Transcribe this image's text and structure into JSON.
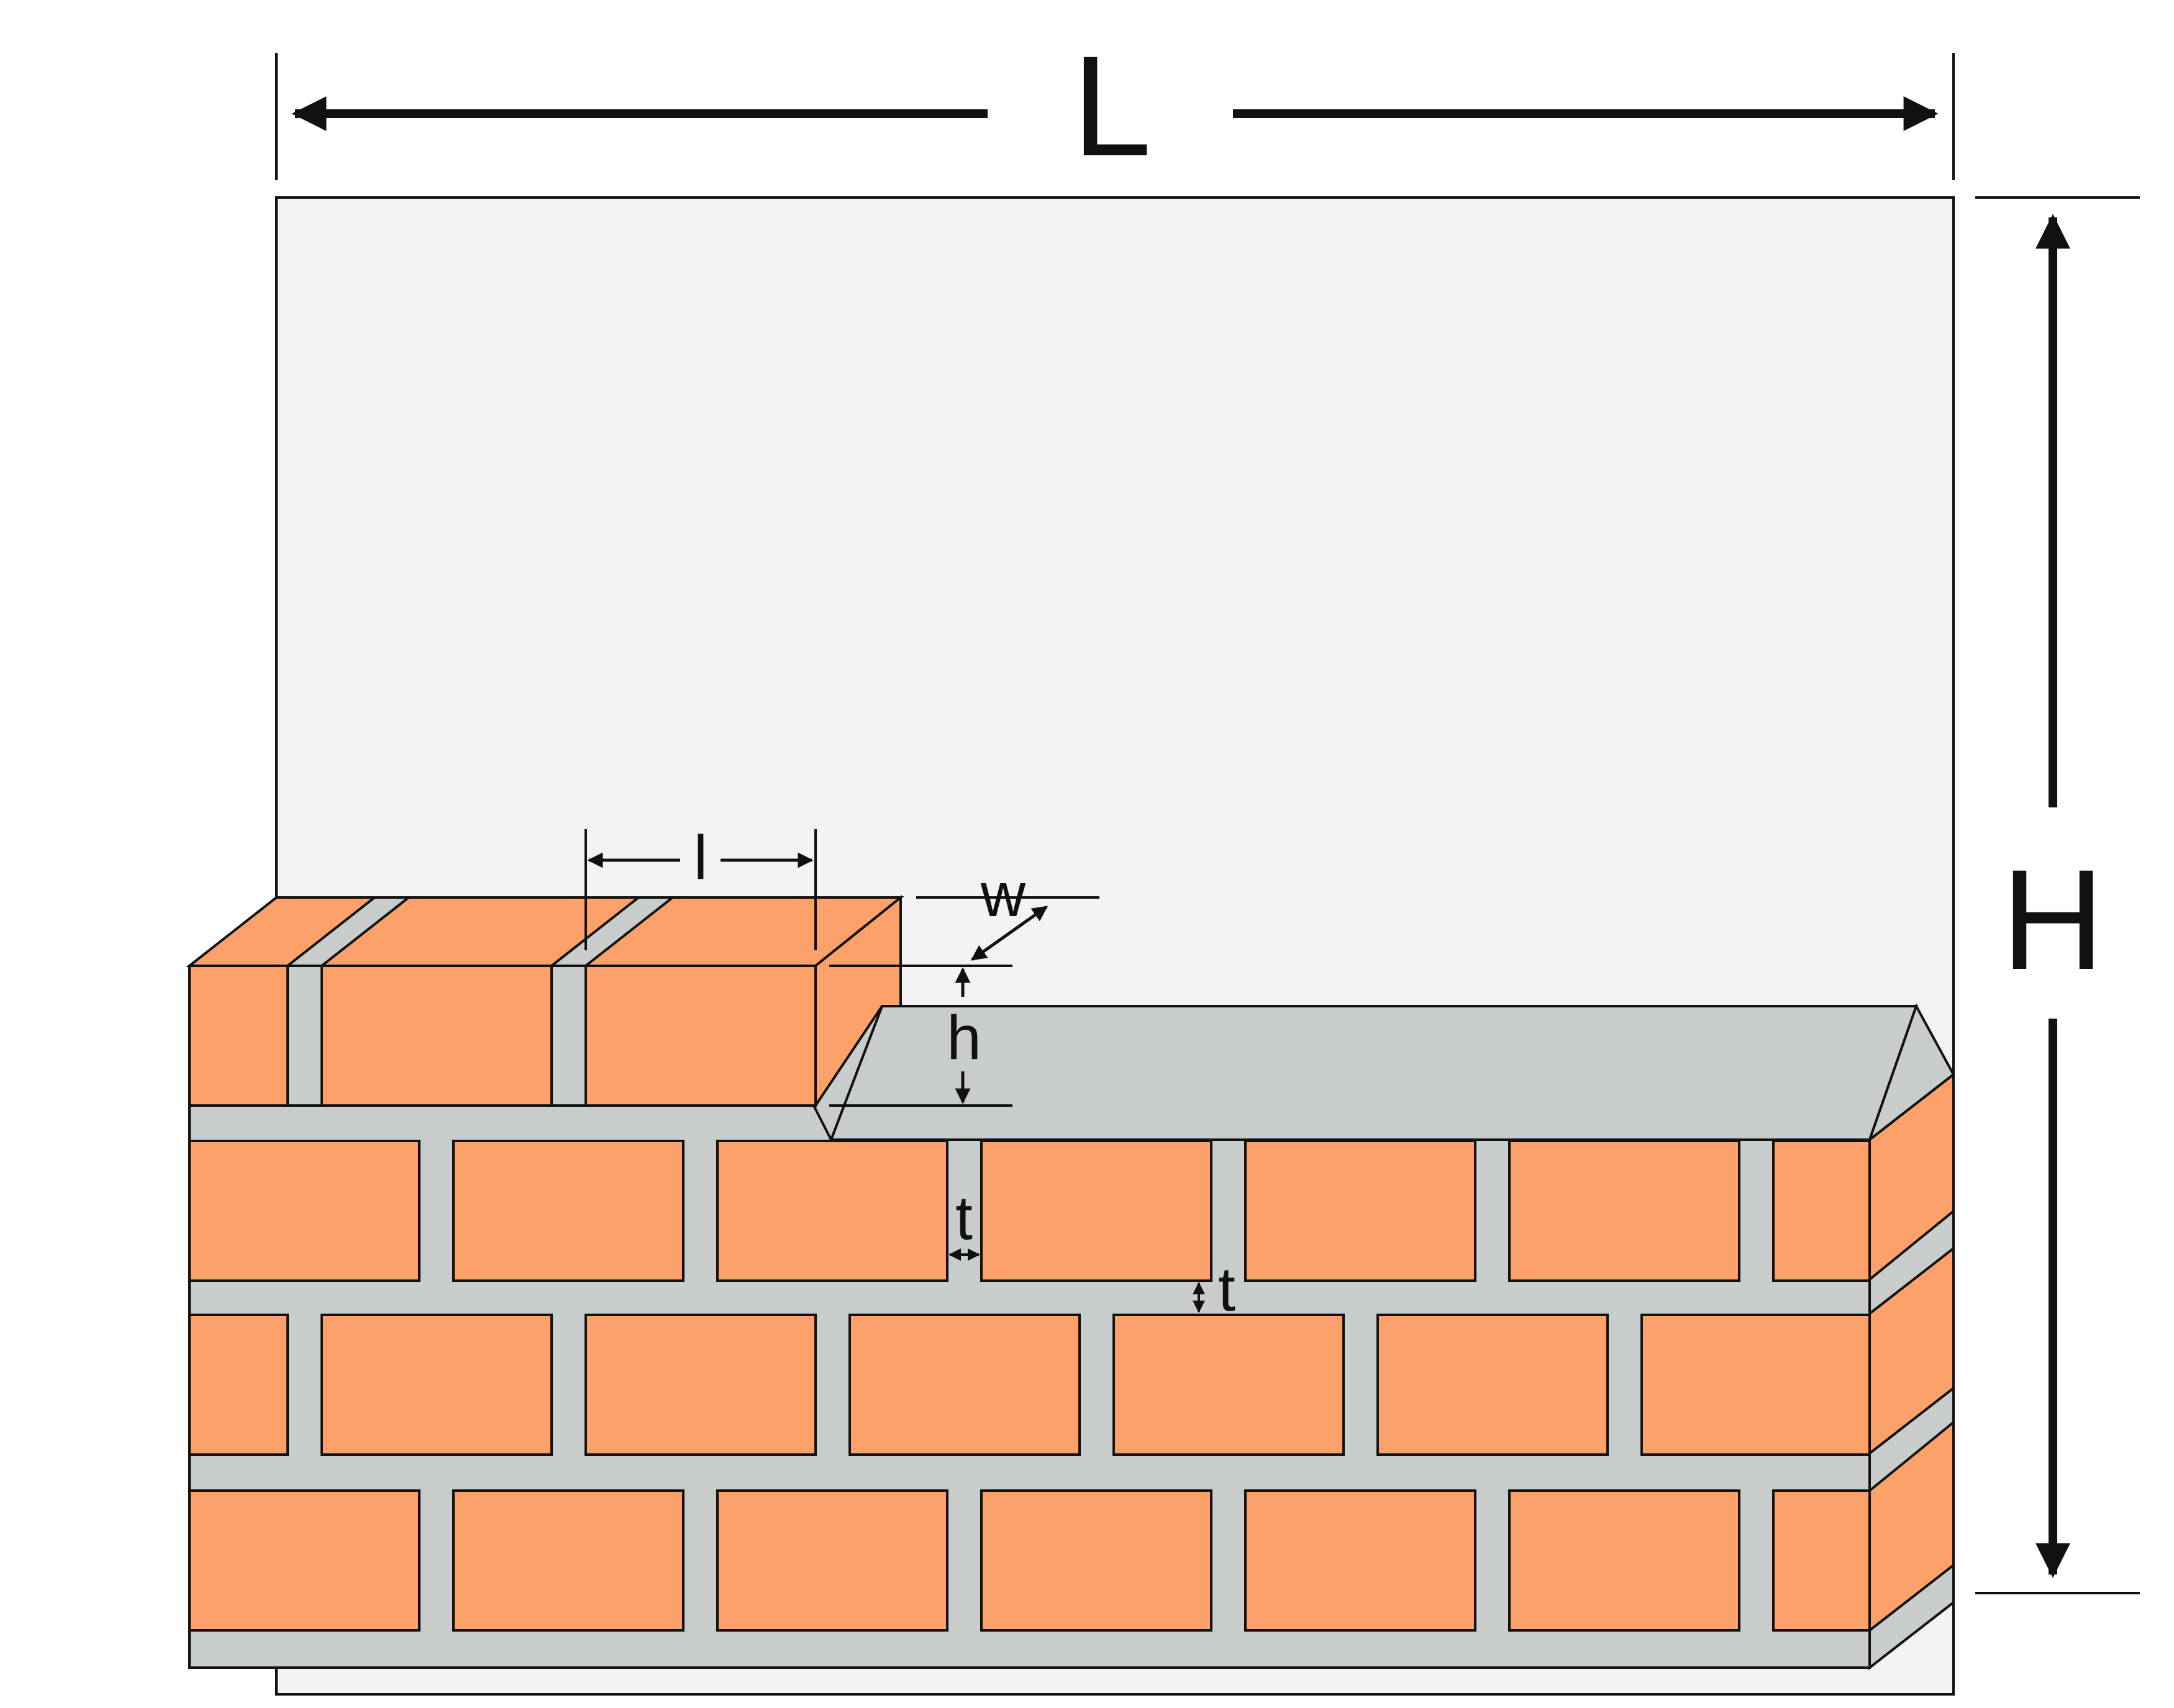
{
  "labels": {
    "wall_length": "L",
    "wall_height": "H",
    "brick_length": "l",
    "brick_width": "w",
    "brick_height": "h",
    "joint_vertical": "t",
    "joint_horizontal": "t"
  },
  "colors": {
    "brick": "#FCA16A",
    "mortar": "#C8CDCC",
    "wall_area": "#F3F3F3",
    "line": "#111111"
  }
}
